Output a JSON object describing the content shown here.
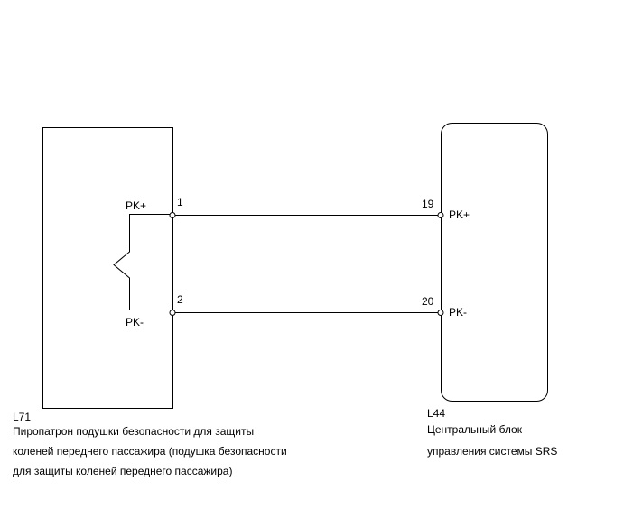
{
  "colors": {
    "line": "#000000",
    "background": "#ffffff"
  },
  "left_component": {
    "code": "L71",
    "name_lines": [
      "Пиропатрон подушки безопасности для защиты",
      "коленей переднего пассажира (подушка безопасности",
      "для защиты коленей переднего пассажира)"
    ],
    "pins": [
      {
        "number": "1",
        "signal": "PK+"
      },
      {
        "number": "2",
        "signal": "PK-"
      }
    ]
  },
  "right_component": {
    "code": "L44",
    "name_lines": [
      "Центральный блок",
      "управления системы SRS"
    ],
    "pins": [
      {
        "number": "19",
        "signal": "PK+"
      },
      {
        "number": "20",
        "signal": "PK-"
      }
    ]
  }
}
